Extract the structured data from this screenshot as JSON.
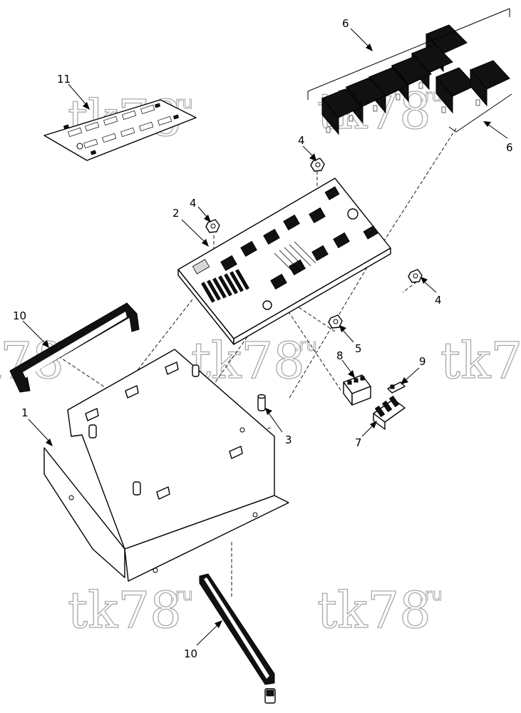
{
  "diagram": {
    "callouts": {
      "c1": "1",
      "c2": "2",
      "c3": "3",
      "c4a": "4",
      "c4b": "4",
      "c4c": "4",
      "c5": "5",
      "c6a": "6",
      "c6b": "6",
      "c7": "7",
      "c8": "8",
      "c9": "9",
      "c10a": "10",
      "c10b": "10",
      "c11": "11"
    },
    "watermark": {
      "main": "tk78",
      "suffix": ".ru"
    }
  }
}
